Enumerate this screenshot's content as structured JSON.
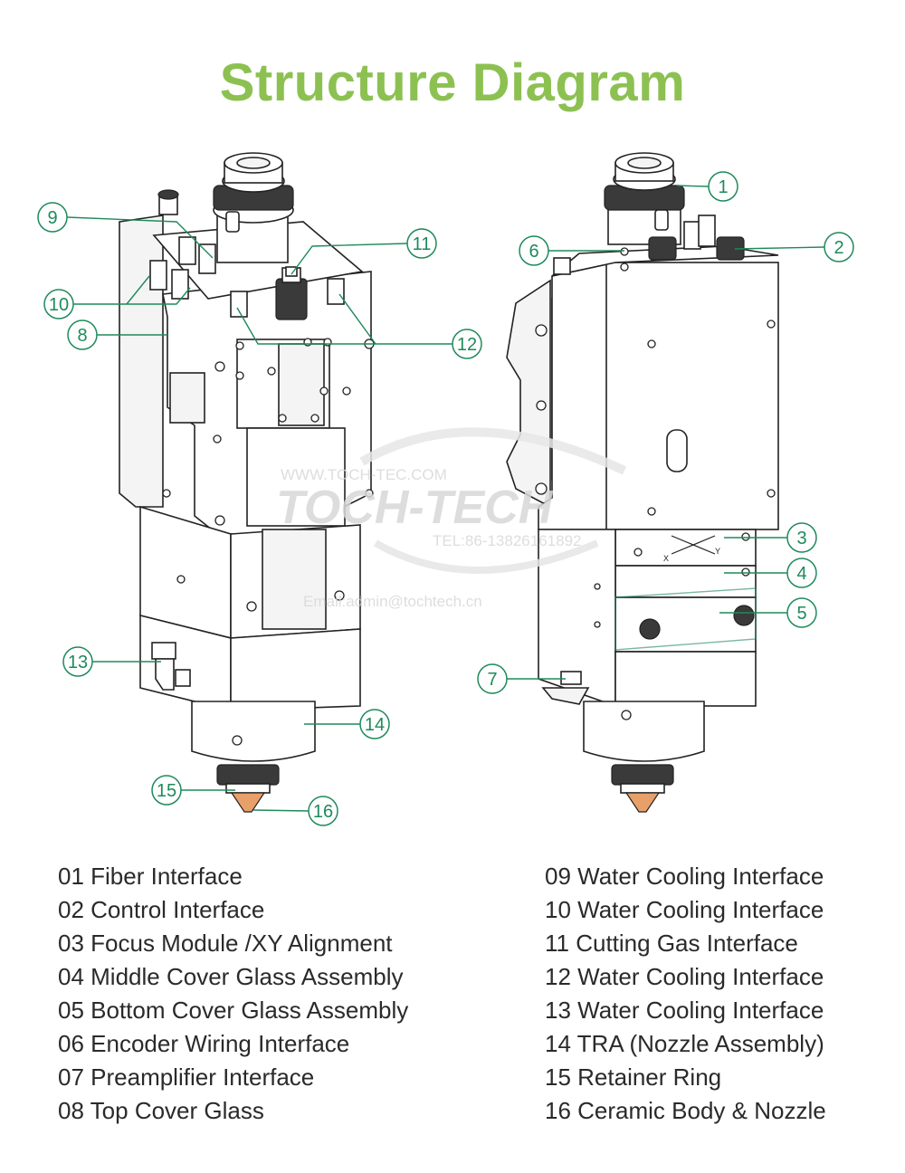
{
  "title": "Structure Diagram",
  "watermark": {
    "site": "WWW.TOCH-TEC.COM",
    "brand": "TOCH-TECH",
    "tel": "TEL:86-13826161892",
    "email": "Email:admin@tochtech.cn"
  },
  "axis_marks": {
    "x": "X",
    "y": "Y"
  },
  "callouts": [
    "1",
    "2",
    "3",
    "4",
    "5",
    "6",
    "7",
    "8",
    "9",
    "10",
    "11",
    "12",
    "13",
    "14",
    "15",
    "16"
  ],
  "legend_left": [
    "01 Fiber Interface",
    "02 Control Interface",
    "03 Focus Module /XY Alignment",
    "04 Middle Cover Glass Assembly",
    "05 Bottom Cover Glass Assembly",
    "06 Encoder Wiring Interface",
    "07 Preamplifier Interface",
    "08 Top Cover Glass"
  ],
  "legend_right": [
    "09 Water Cooling Interface",
    "10 Water Cooling Interface",
    "11 Cutting Gas Interface",
    "12 Water Cooling Interface",
    "13 Water Cooling Interface",
    "14 TRA (Nozzle Assembly)",
    "15 Retainer Ring",
    "16 Ceramic Body & Nozzle"
  ],
  "colors": {
    "title": "#8cc152",
    "callout": "#1e8a5a",
    "outline": "#222222",
    "nozzle": "#e8a06a"
  }
}
